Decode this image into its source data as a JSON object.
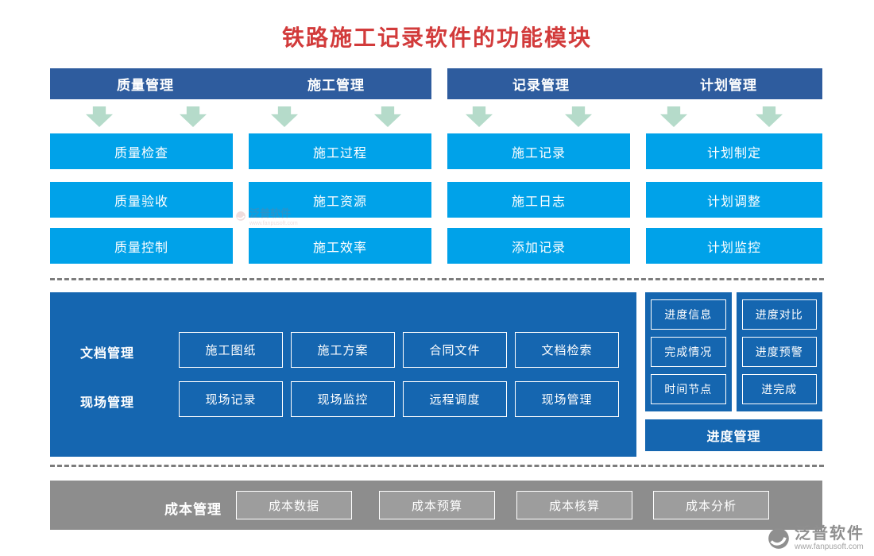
{
  "title": "铁路施工记录软件的功能模块",
  "groups": [
    {
      "header": "质量管理",
      "items": [
        "质量检查",
        "质量验收",
        "质量控制"
      ]
    },
    {
      "header": "施工管理",
      "items": [
        "施工过程",
        "施工资源",
        "施工效率"
      ]
    },
    {
      "header": "记录管理",
      "items": [
        "施工记录",
        "施工日志",
        "添加记录"
      ]
    },
    {
      "header": "计划管理",
      "items": [
        "计划制定",
        "计划调整",
        "计划监控"
      ]
    }
  ],
  "document_section": {
    "label": "文档管理",
    "items": [
      "施工图纸",
      "施工方案",
      "合同文件",
      "文档检索"
    ]
  },
  "site_section": {
    "label": "现场管理",
    "items": [
      "现场记录",
      "现场监控",
      "远程调度",
      "现场管理"
    ]
  },
  "progress_section": {
    "label": "进度管理",
    "col1": [
      "进度信息",
      "完成情况",
      "时间节点"
    ],
    "col2": [
      "进度对比",
      "进度预警",
      "进完成"
    ]
  },
  "cost_section": {
    "label": "成本管理",
    "items": [
      "成本数据",
      "成本预算",
      "成本核算",
      "成本分析"
    ]
  },
  "brand": {
    "name": "泛普软件",
    "url": "www.fanpusoft.com"
  },
  "colors": {
    "title_red": "#d23b3b",
    "header_blue": "#2e5c9e",
    "module_cyan": "#00a2e9",
    "arrow_green": "#b5dbca",
    "panel_blue": "#1566b0",
    "cost_gray": "#8d8d8d",
    "cost_button_gray": "#9d9d9d"
  }
}
